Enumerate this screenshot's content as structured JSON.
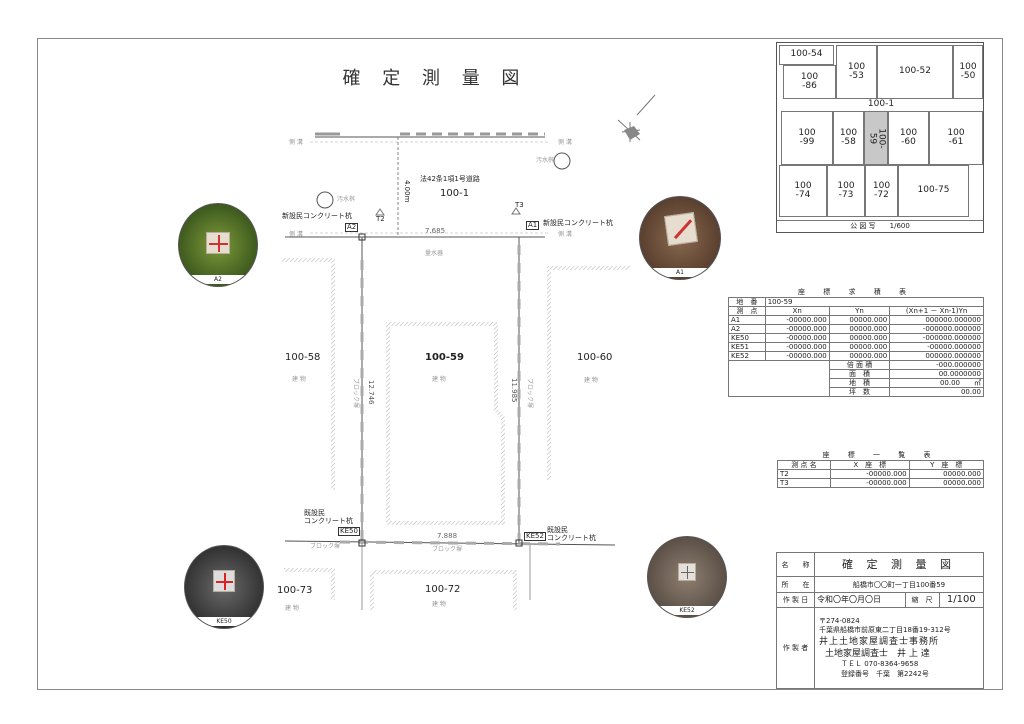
{
  "title": "確 定 測 量 図",
  "drawing": {
    "gutter": "側 溝",
    "road_label": "法42条1項1号道路",
    "road_lot": "100-1",
    "road_width": "4.00m",
    "sewer": "汚水桝",
    "water_meter": "量水器",
    "block_wall": "ブロック塀",
    "building": "建 物",
    "new_stake": "新設民コンクリート杭",
    "existing_stake_1": "既設民",
    "existing_stake_2": "コンクリート杭",
    "points": {
      "A1": "A1",
      "A2": "A2",
      "KE50": "KE50",
      "KE52": "KE52",
      "T2": "T2",
      "T3": "T3"
    },
    "dims": {
      "top": "7.685",
      "bottom": "7.888",
      "left": "12.746",
      "right": "11.985"
    },
    "lots": {
      "l58": "100-58",
      "l59": "100-59",
      "l60": "100-60",
      "l72": "100-72",
      "l73": "100-73"
    }
  },
  "photos": [
    "A2",
    "A1",
    "KE50",
    "KE52"
  ],
  "key_map": {
    "parcels": [
      "100-54",
      "100-86",
      "100-53",
      "100-52",
      "100-50",
      "100-1",
      "100-99",
      "100-58",
      "100-59",
      "100-60",
      "100-61",
      "100-74",
      "100-73",
      "100-72",
      "100-75"
    ],
    "caption": "公 図 写　　1/600"
  },
  "area_table": {
    "title": "座 標 求 積 表",
    "lot_label": "地　番",
    "lot": "100-59",
    "headers": [
      "測　点",
      "Xn",
      "Yn",
      "(Xn+1 － Xn-1)Yn"
    ],
    "rows": [
      [
        "A1",
        "-00000.000",
        "00000.000",
        "000000.000000"
      ],
      [
        "A2",
        "-00000.000",
        "00000.000",
        "-000000.000000"
      ],
      [
        "KE50",
        "-00000.000",
        "00000.000",
        "-000000.000000"
      ],
      [
        "KE51",
        "-00000.000",
        "00000.000",
        "-00000.000000"
      ],
      [
        "KE52",
        "-00000.000",
        "00000.000",
        "000000.000000"
      ]
    ],
    "totals": [
      [
        "倍 面 積",
        "-000.000000"
      ],
      [
        "面　積",
        "00.0000000"
      ],
      [
        "地　積",
        "00.00　　㎡"
      ],
      [
        "坪　数",
        "00.00"
      ]
    ]
  },
  "list_table": {
    "title": "座 標 一 覧 表",
    "headers": [
      "測 点 名",
      "X　座　標",
      "Y　座　標"
    ],
    "rows": [
      [
        "T2",
        "-00000.000",
        "00000.000"
      ],
      [
        "T3",
        "-00000.000",
        "00000.000"
      ]
    ]
  },
  "title_block": {
    "name_label": "名　　称",
    "name": "確 定 測 量 図",
    "loc_label": "所　　在",
    "loc": "船橋市〇〇町一丁目100番59",
    "date_label": "作 製 日",
    "date": "令和〇年〇月〇日",
    "scale_label": "縮　尺",
    "scale": "1/100",
    "maker_label": "作 製 者",
    "zip": "〒274-0824",
    "addr": "千葉県船橋市前原東二丁目18番19-312号",
    "office": "井上土地家屋調査士事務所",
    "person": "土地家屋調査士　井 上 達",
    "tel": "ＴＥＬ 070-8364-9658",
    "reg": "登録番号　千葉　第2242号"
  }
}
